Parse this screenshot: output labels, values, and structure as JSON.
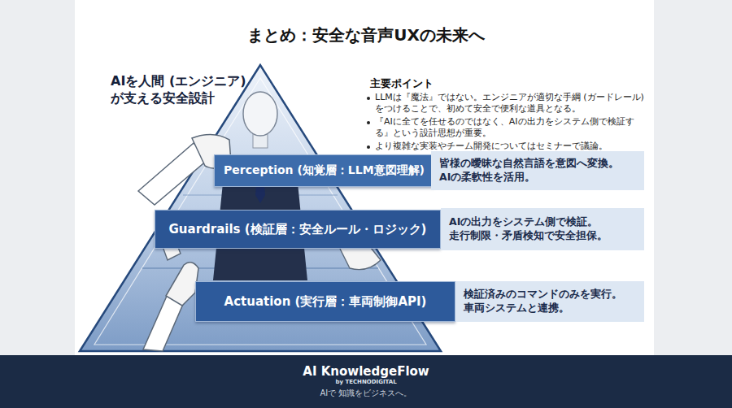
{
  "diagram": {
    "title": "まとめ：安全な音声UXの未来へ",
    "nodes": [
      {
        "text": [
          "Perception (知覚層：LLM意図理解)"
        ]
      },
      {
        "text": [
          "皆様の曖昧な自然言語を意図へ変換。",
          "AIの柔軟性を活用。"
        ]
      },
      {
        "text": [
          "Guardrails (検証層：安全ルール・ロジック)"
        ]
      },
      {
        "text": [
          "AIの出力をシステム側で検証。",
          "走行制限・矛盾検知で安全担保。"
        ]
      },
      {
        "text": [
          "Actuation (実行層：車両制御API)"
        ]
      },
      {
        "text": [
          "検証済みのコマンドのみを実行。",
          "車両システムと連携。"
        ]
      },
      {
        "text": [
          "AI KnowledgeFlow",
          "by TECHNODIGITAL",
          "AIで 知識をビジネスへ。"
        ]
      }
    ],
    "labels": [
      "AIを人間 (エンジニア) が支える安全設計",
      "主要ポイント",
      "LLMは『魔法』ではない。エンジニアが適切な手綱 (ガードレール) をつけることで、初めて安全で便利な道具となる。",
      "『AIに全てを任せるのではなく、AIの出力をシステム側で検証する』という設計思想が重要。",
      "より複雑な実装やチーム開発についてはセミナーで議論。"
    ]
  }
}
